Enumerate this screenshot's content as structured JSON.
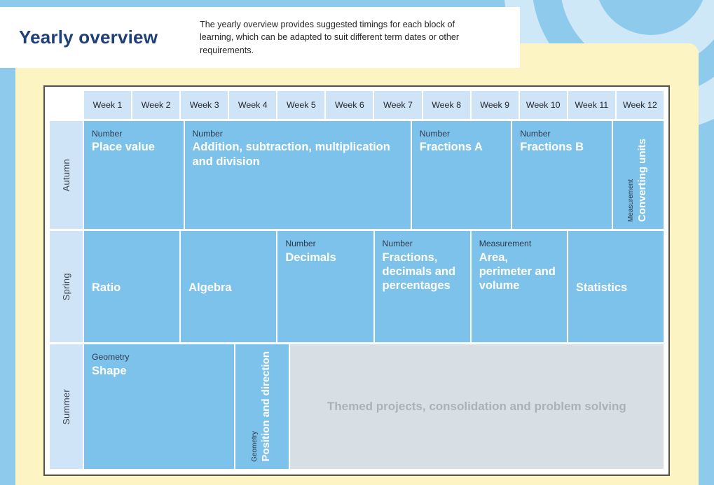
{
  "header": {
    "title": "Yearly overview",
    "description": "The yearly overview provides suggested timings for each block of learning, which can be adapted to suit different term dates or other requirements."
  },
  "theme": {
    "background_blue": "#8ecaec",
    "card_yellow": "#fcf5c3",
    "block_blue": "#7cc2ea",
    "header_cell_blue": "#cfe4f7",
    "muted_grey": "#d8dfe4",
    "title_navy": "#1f3f77"
  },
  "table": {
    "week_headers": [
      "Week 1",
      "Week 2",
      "Week 3",
      "Week 4",
      "Week 5",
      "Week 6",
      "Week 7",
      "Week 8",
      "Week 9",
      "Week 10",
      "Week 11",
      "Week 12"
    ],
    "rows": [
      {
        "season": "Autumn",
        "blocks": [
          {
            "strand": "Number",
            "title": "Place value",
            "weeks": 2,
            "orientation": "horizontal",
            "style": "blue"
          },
          {
            "strand": "Number",
            "title": "Addition, subtraction, multiplication and division",
            "weeks": 5,
            "orientation": "horizontal",
            "style": "blue"
          },
          {
            "strand": "Number",
            "title": "Fractions A",
            "weeks": 2,
            "orientation": "horizontal",
            "style": "blue"
          },
          {
            "strand": "Number",
            "title": "Fractions B",
            "weeks": 2,
            "orientation": "horizontal",
            "style": "blue"
          },
          {
            "strand": "Measurement",
            "title": "Converting units",
            "weeks": 1,
            "orientation": "vertical",
            "style": "blue"
          }
        ]
      },
      {
        "season": "Spring",
        "blocks": [
          {
            "strand": "",
            "title": "Ratio",
            "weeks": 2,
            "orientation": "horizontal",
            "style": "blue"
          },
          {
            "strand": "",
            "title": "Algebra",
            "weeks": 2,
            "orientation": "horizontal",
            "style": "blue"
          },
          {
            "strand": "Number",
            "title": "Decimals",
            "weeks": 2,
            "orientation": "horizontal",
            "style": "blue"
          },
          {
            "strand": "Number",
            "title": "Fractions, decimals and percentages",
            "weeks": 2,
            "orientation": "horizontal",
            "style": "blue"
          },
          {
            "strand": "Measurement",
            "title": "Area, perimeter and volume",
            "weeks": 2,
            "orientation": "horizontal",
            "style": "blue"
          },
          {
            "strand": "",
            "title": "Statistics",
            "weeks": 2,
            "orientation": "horizontal",
            "style": "blue"
          }
        ]
      },
      {
        "season": "Summer",
        "blocks": [
          {
            "strand": "Geometry",
            "title": "Shape",
            "weeks": 3,
            "orientation": "horizontal",
            "style": "blue"
          },
          {
            "strand": "Geometry",
            "title": "Position and direction",
            "weeks": 1,
            "orientation": "vertical",
            "style": "blue"
          },
          {
            "strand": "",
            "title": "Themed projects, consolidation and problem solving",
            "weeks": 8,
            "orientation": "horizontal",
            "style": "muted"
          }
        ]
      }
    ]
  }
}
